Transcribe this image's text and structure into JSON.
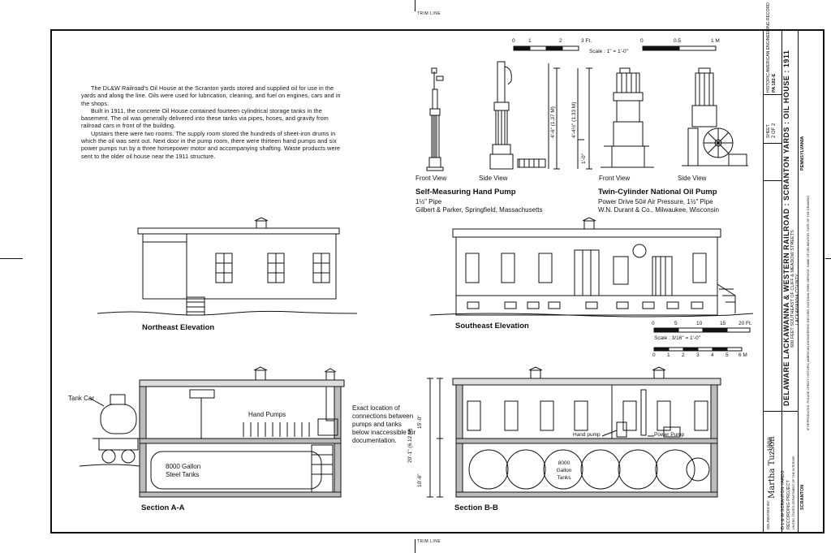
{
  "trim_top": "TRIM LINE",
  "trim_bottom": "TRIM LINE",
  "description": [
    "The DL&W Railroad's Oil House at the Scranton yards stored and supplied oil for use in the yards and along the line. Oils were used for lubrication, cleaning, and fuel on engines, cars and in the shops.",
    "Built in 1911, the concrete Oil House contained fourteen cylindrical storage tanks in the basement. The oil was generally delivered into these tanks via pipes, hoses, and gravity from railroad cars in front of the building.",
    "Upstairs there were two rooms. The supply room stored the hundreds of sheet-iron drums in which the oil was sent out. Next door in the pump room, there were thirteen hand pumps and six power pumps run by a three horsepower motor and accompanying shafting. Waste products were sent to the older oil house near the 1911 structure."
  ],
  "pump_scale": {
    "ft_ticks": [
      "0",
      "1",
      "2",
      "3 Ft."
    ],
    "m_ticks": [
      "0",
      "0.5",
      "1 M"
    ],
    "label": "Scale : 1\" = 1'-0\""
  },
  "hand_pump": {
    "front_view": "Front View",
    "side_view": "Side View",
    "dimension": "4'-6\" (1.37 M)",
    "title": "Self-Measuring Hand Pump",
    "line1": "1½\" Pipe",
    "line2": "Gilbert & Parker, Springfield, Massachusetts"
  },
  "oil_pump": {
    "front_view": "Front View",
    "side_view": "Side View",
    "dimension": "4'-4½\" (1.33 M)",
    "dimension_small": "1'-0\"",
    "title": "Twin-Cylinder National Oil Pump",
    "line1": "Power Drive 50# Air Pressure, 1½\" Pipe",
    "line2": "W.N. Durant & Co., Milwaukee, Wisconsin"
  },
  "northeast_elevation": "Northeast Elevation",
  "southeast_elevation": "Southeast Elevation",
  "building_scale": {
    "ft_ticks": [
      "0",
      "5",
      "10",
      "15",
      "20 Ft."
    ],
    "label": "Scale : 3/16\" = 1'-0\"",
    "m_ticks": [
      "0",
      "1",
      "2",
      "3",
      "4",
      "5",
      "6 M"
    ]
  },
  "section_aa": {
    "title": "Section A-A",
    "tank_car": "Tank Car",
    "hand_pumps": "Hand Pumps",
    "tanks": "8000 Gallon Steel Tanks"
  },
  "note": "Exact location of connections between pumps and tanks below inaccessible for documentation.",
  "section_bb": {
    "title": "Section B-B",
    "dim_upper": "15'-0\"",
    "dim_total": "20'-1\" (6.12 M)",
    "dim_lower": "10'-6\"",
    "hand_pump": "Hand pump",
    "power_pump": "Power Pump",
    "tanks": "8000 Gallon Tanks"
  },
  "title_block": {
    "main_title": "DELAWARE LACKAWANNA & WESTERN RAILROAD : SCRANTON YARDS : OIL HOUSE : 1911",
    "sub1": "600 FEET SOUTHEAST OF CLIFF & MEADOW STREETS",
    "sub2": "LACKAWANNA COUNTY",
    "location": "SCRANTON",
    "state": "PENNSYLVANIA",
    "credit": "IF REPRODUCED, PLEASE CREDIT: HISTORIC AMERICAN ENGINEERING RECORD, NATIONAL PARK SERVICE, NAME OF DELINEATOR, DATE OF THE DRAWING",
    "delineated_by": "DELINEATED BY:",
    "delineator": "Martha Tuzson",
    "year": "1989",
    "project1": "D L & W SCRANTON YARDS",
    "project2": "RECORDING PROJECT",
    "agency": "UNITED STATES DEPARTMENT OF THE INTERIOR",
    "sheet_label": "SHEET",
    "sheet_value": "2 OF 2",
    "survey": "HISTORIC AMERICAN ENGINEERING RECORD",
    "survey_number": "PA 182-E"
  }
}
